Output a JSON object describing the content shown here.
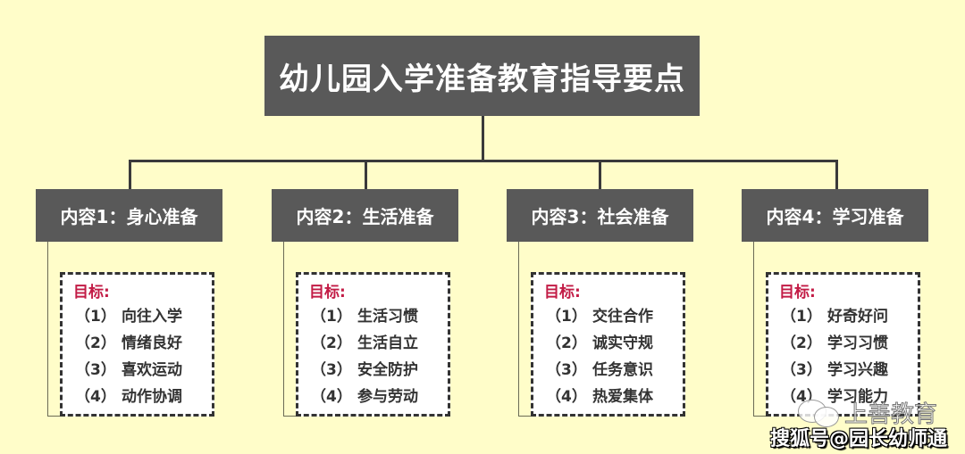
{
  "title": "幼儿园入学准备教育指导要点",
  "colors": {
    "background": "#fffdc9",
    "box_fill": "#595959",
    "box_text": "#ffffff",
    "goal_label": "#c21b45",
    "goal_text": "#333333",
    "connector": "#3a3a3a"
  },
  "categories": [
    {
      "label": "内容1：身心准备",
      "goal_label": "目标:",
      "goals": [
        {
          "num": "（1）",
          "text": "向往入学"
        },
        {
          "num": "（2）",
          "text": "情绪良好"
        },
        {
          "num": "（3）",
          "text": "喜欢运动"
        },
        {
          "num": "（4）",
          "text": "动作协调"
        }
      ]
    },
    {
      "label": "内容2：生活准备",
      "goal_label": "目标:",
      "goals": [
        {
          "num": "（1）",
          "text": "生活习惯"
        },
        {
          "num": "（2）",
          "text": "生活自立"
        },
        {
          "num": "（3）",
          "text": "安全防护"
        },
        {
          "num": "（4）",
          "text": "参与劳动"
        }
      ]
    },
    {
      "label": "内容3：社会准备",
      "goal_label": "目标:",
      "goals": [
        {
          "num": "（1）",
          "text": "交往合作"
        },
        {
          "num": "（2）",
          "text": "诚实守规"
        },
        {
          "num": "（3）",
          "text": "任务意识"
        },
        {
          "num": "（4）",
          "text": "热爱集体"
        }
      ]
    },
    {
      "label": "内容4：学习准备",
      "goal_label": "目标:",
      "goals": [
        {
          "num": "（1）",
          "text": "好奇好问"
        },
        {
          "num": "（2）",
          "text": "学习习惯"
        },
        {
          "num": "（3）",
          "text": "学习兴趣"
        },
        {
          "num": "（4）",
          "text": "学习能力"
        }
      ]
    }
  ],
  "watermark": {
    "icon": "wechat-icon",
    "brand": "上善教育",
    "source": "搜狐号@园长幼师通"
  }
}
